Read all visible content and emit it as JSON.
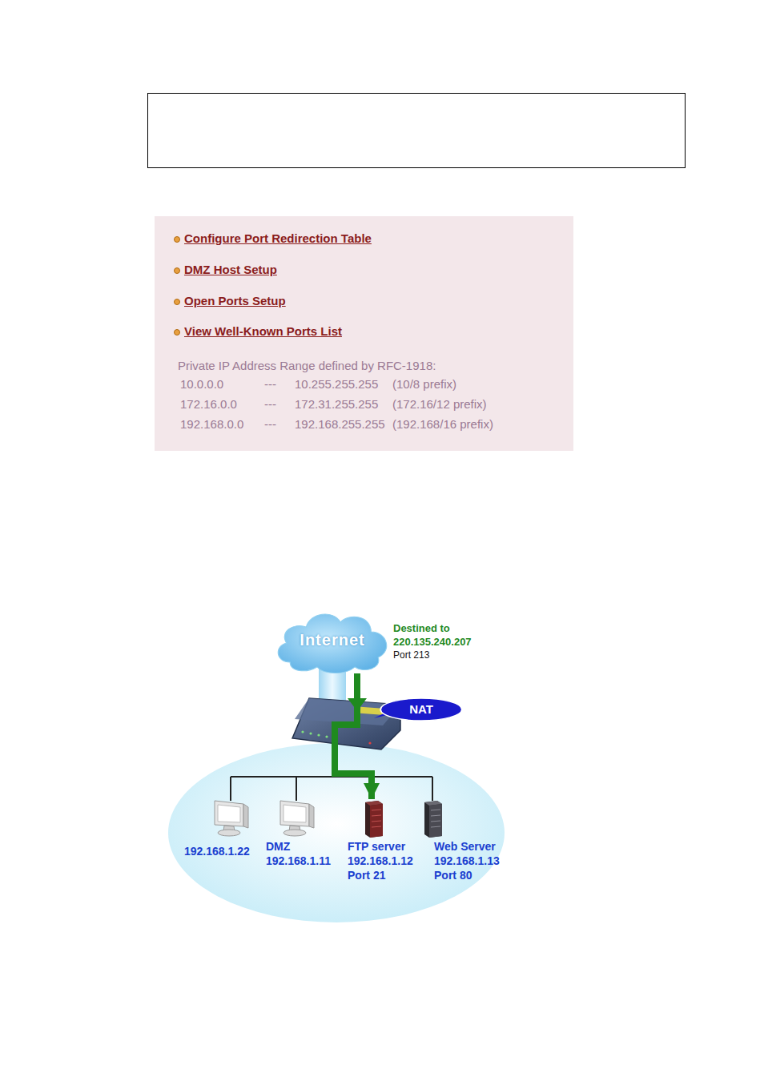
{
  "diagram": {
    "nodes": [
      {
        "text": [
          "Internet"
        ]
      },
      {
        "text": [
          "NAT"
        ]
      },
      {
        "text": [
          "192.168.1.22"
        ]
      },
      {
        "text": [
          "DMZ 192.168.1.11"
        ]
      },
      {
        "text": [
          "FTP server 192.168.1.12 Port 21"
        ]
      },
      {
        "text": [
          "Web Server 192.168.1.13 Port 80"
        ]
      }
    ],
    "edges": [
      {
        "from": 0,
        "to": 4,
        "arrow": "to"
      }
    ],
    "labels": [
      "Configure Port Redirection Table",
      "DMZ Host Setup",
      "Open Ports Setup",
      "View Well-Known Ports List",
      "Private IP Address Range defined by RFC-1918:",
      "10.0.0.0",
      "---",
      "10.255.255.255",
      "(10/8 prefix)",
      "172.16.0.0",
      "---",
      "172.31.255.255",
      "(172.16/12 prefix)",
      "192.168.0.0",
      "---",
      "192.168.255.255",
      "(192.168/16 prefix)",
      "Destined to",
      "220.135.240.207",
      "Port 213"
    ]
  }
}
